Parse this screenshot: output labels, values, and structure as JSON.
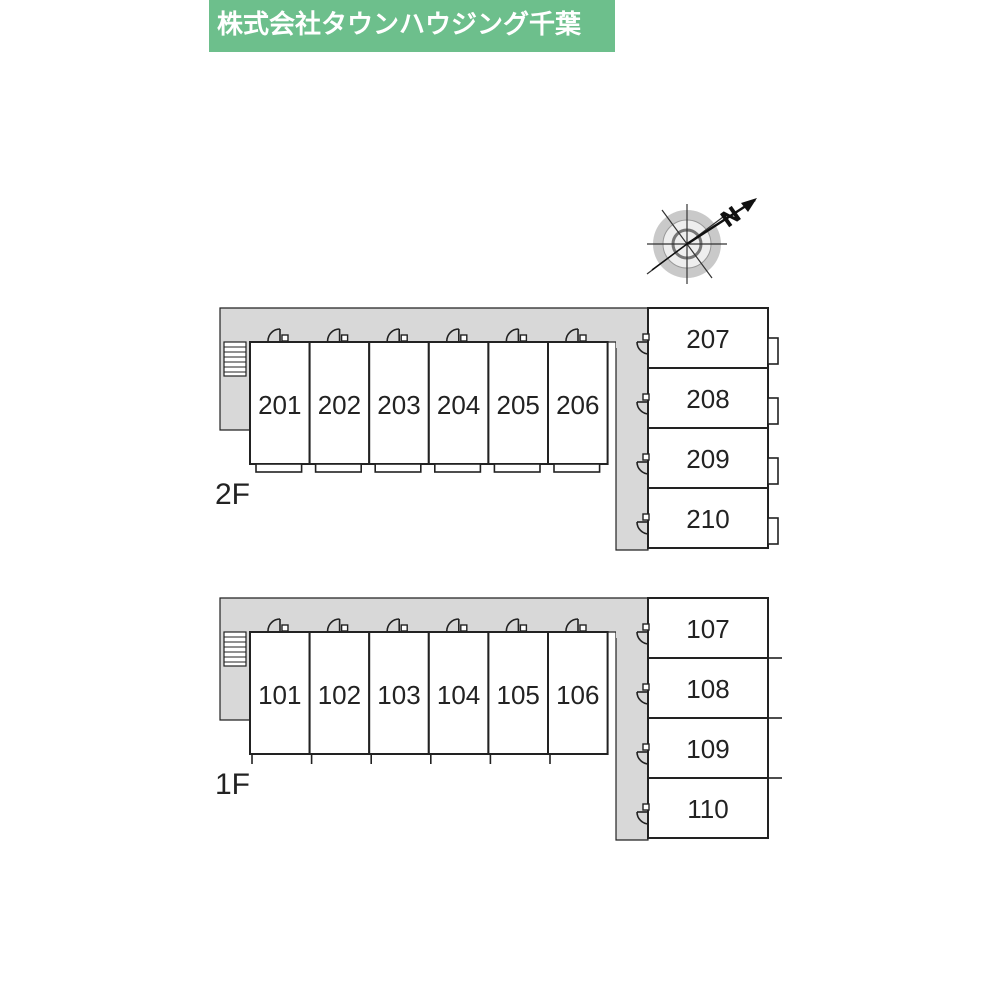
{
  "banner": {
    "company": "株式会社タウンハウジング千葉",
    "background": "#6dbf8c"
  },
  "compass": {
    "north_label": "N",
    "icon": "compass-icon"
  },
  "floors": [
    {
      "id": "2F",
      "label": "2F",
      "row_rooms": [
        "201",
        "202",
        "203",
        "204",
        "205",
        "206"
      ],
      "column_rooms": [
        "207",
        "208",
        "209",
        "210"
      ]
    },
    {
      "id": "1F",
      "label": "1F",
      "row_rooms": [
        "101",
        "102",
        "103",
        "104",
        "105",
        "106"
      ],
      "column_rooms": [
        "107",
        "108",
        "109",
        "110"
      ]
    }
  ],
  "colors": {
    "corridor": "#d8d8d8",
    "wall": "#222222",
    "room": "#ffffff"
  }
}
